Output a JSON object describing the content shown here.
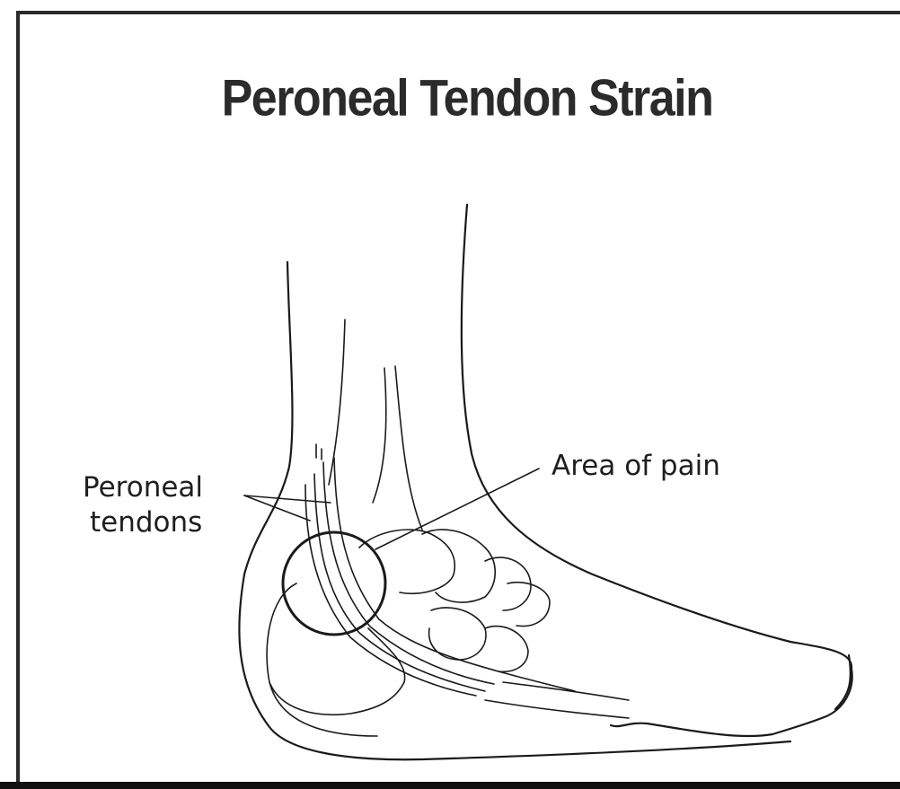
{
  "title": "Peroneal Tendon Strain",
  "labels": {
    "tendons_line1": "Peroneal",
    "tendons_line2": "tendons",
    "pain": "Area of pain"
  },
  "icons": {
    "illustration": "foot-ankle-lateral-view"
  }
}
